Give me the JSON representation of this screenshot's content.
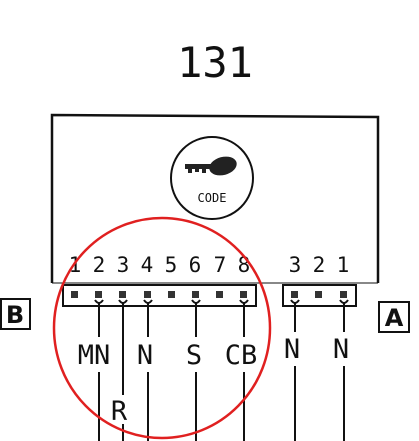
{
  "title": "131",
  "key_label": "CODE",
  "connector_left": {
    "letter": "B",
    "pins": [
      "1",
      "2",
      "3",
      "4",
      "5",
      "6",
      "7",
      "8"
    ]
  },
  "connector_right": {
    "letter": "A",
    "pins": [
      "3",
      "2",
      "1"
    ]
  },
  "wire_labels": [
    "MN",
    "R",
    "N",
    "S",
    "CB",
    "N",
    "N"
  ],
  "colors": {
    "line": "#111111",
    "highlight": "#e02020",
    "background": "#ffffff"
  },
  "icons": [
    "key-icon"
  ]
}
